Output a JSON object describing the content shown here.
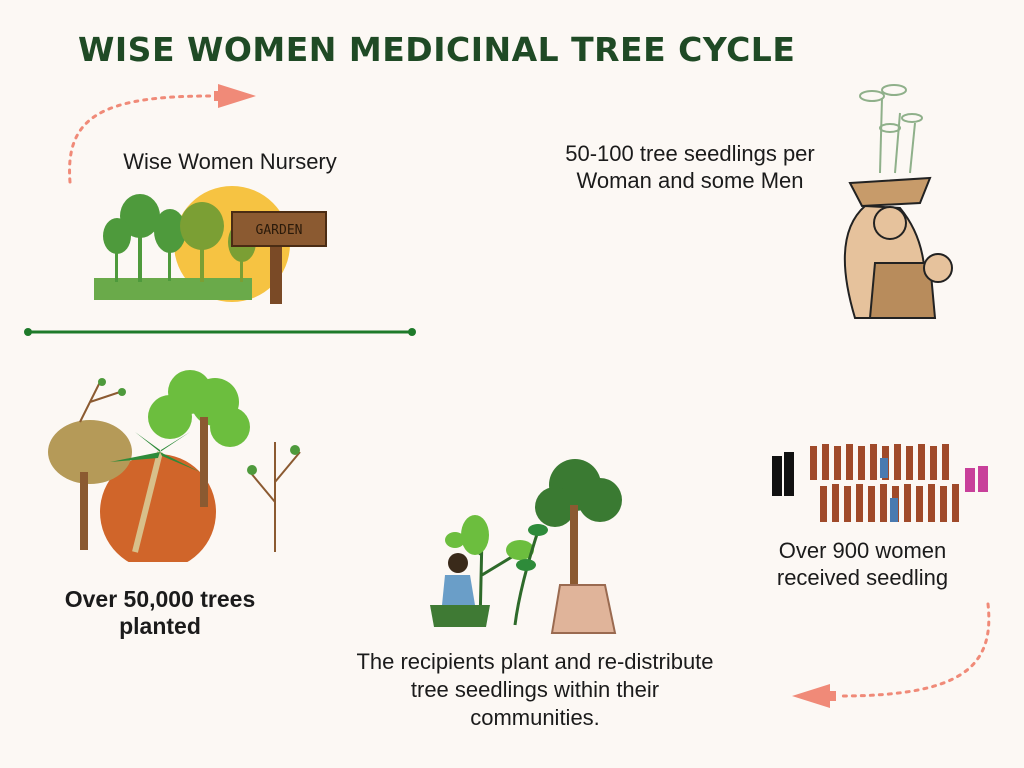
{
  "title": "WISE WOMEN MEDICINAL TREE CYCLE",
  "steps": {
    "nursery": "Wise Women Nursery",
    "garden_sign": "GARDEN",
    "seedlings_line1": "50-100 tree seedlings per",
    "seedlings_line2": "Woman and some Men",
    "women_line1": "Over 900 women",
    "women_line2": "received seedling",
    "recipients_line1": "The recipients plant and re-distribute",
    "recipients_line2": "tree seedlings within their",
    "recipients_line3": "communities.",
    "trees_line1": "Over 50,000 trees",
    "trees_line2": "planted"
  },
  "colors": {
    "title": "#1f4a25",
    "arrow": "#f08a78",
    "divider": "#1e7a2a",
    "sun": "#f6c342",
    "orange_sun": "#d0652a"
  },
  "icons": [
    "arrow-right-icon",
    "arrow-left-icon",
    "nursery-garden-illustration",
    "woman-carrying-seedlings-illustration",
    "women-crowd-illustration",
    "planting-seedling-illustration",
    "forest-trees-illustration"
  ]
}
